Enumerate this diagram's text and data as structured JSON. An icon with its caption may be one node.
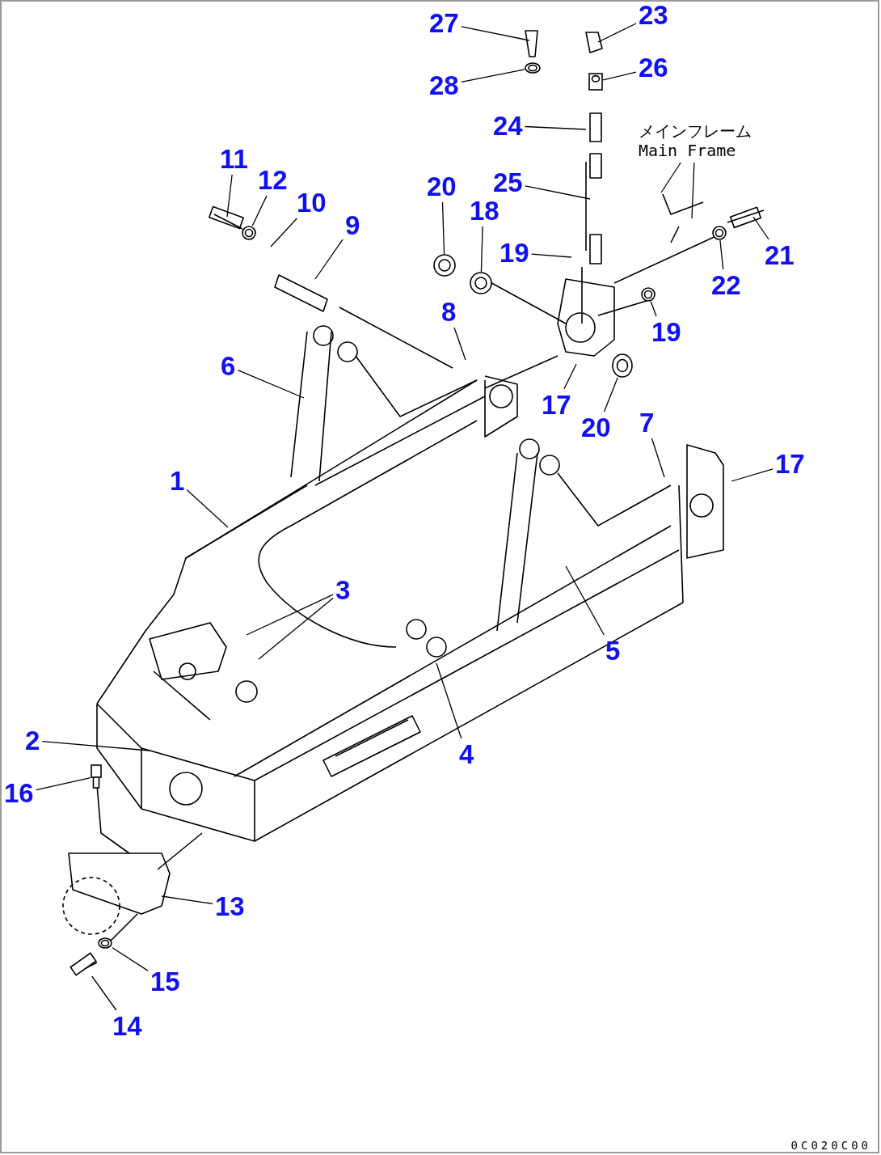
{
  "diagram": {
    "nodes": [
      {
        "text": [
          "27"
        ]
      },
      {
        "text": [
          "23"
        ]
      },
      {
        "text": [
          "28"
        ]
      },
      {
        "text": [
          "26"
        ]
      },
      {
        "text": [
          "24"
        ]
      },
      {
        "text": [
          "メインフレーム",
          "Main Frame"
        ]
      },
      {
        "text": [
          "11"
        ]
      },
      {
        "text": [
          "25"
        ]
      },
      {
        "text": [
          "20"
        ]
      },
      {
        "text": [
          "12"
        ]
      },
      {
        "text": [
          "10"
        ]
      },
      {
        "text": [
          "18"
        ]
      },
      {
        "text": [
          "9"
        ]
      },
      {
        "text": [
          "19"
        ]
      },
      {
        "text": [
          "21"
        ]
      },
      {
        "text": [
          "22"
        ]
      },
      {
        "text": [
          "8"
        ]
      },
      {
        "text": [
          "19"
        ]
      },
      {
        "text": [
          "6"
        ]
      },
      {
        "text": [
          "17"
        ]
      },
      {
        "text": [
          "20"
        ]
      },
      {
        "text": [
          "7"
        ]
      },
      {
        "text": [
          "17"
        ]
      },
      {
        "text": [
          "1"
        ]
      },
      {
        "text": [
          "3"
        ]
      },
      {
        "text": [
          "5"
        ]
      },
      {
        "text": [
          "2"
        ]
      },
      {
        "text": [
          "4"
        ]
      },
      {
        "text": [
          "16"
        ]
      },
      {
        "text": [
          "13"
        ]
      },
      {
        "text": [
          "15"
        ]
      },
      {
        "text": [
          "14"
        ]
      },
      {
        "text": [],
        "shape": "circle"
      },
      {
        "text": [],
        "shape": "box"
      },
      {
        "text": [],
        "shape": "circle"
      },
      {
        "text": [],
        "shape": "circle"
      },
      {
        "text": [],
        "shape": "circle"
      },
      {
        "text": [],
        "shape": "circle"
      },
      {
        "text": [],
        "shape": "circle"
      },
      {
        "text": [],
        "shape": "circle"
      },
      {
        "text": [],
        "shape": "box"
      },
      {
        "text": [],
        "shape": "circle"
      },
      {
        "text": [],
        "shape": "box"
      }
    ],
    "edges": [
      {
        "from": 0,
        "to": null,
        "arrow": "none"
      },
      {
        "from": 1,
        "to": null,
        "arrow": "none"
      },
      {
        "from": 2,
        "to": 32,
        "arrow": "none"
      },
      {
        "from": 3,
        "to": 33,
        "arrow": "none"
      },
      {
        "from": 4,
        "to": null,
        "arrow": "none"
      },
      {
        "from": 5,
        "to": null,
        "arrow": "none"
      },
      {
        "from": 5,
        "to": null,
        "arrow": "none"
      },
      {
        "from": 6,
        "to": null,
        "arrow": "none"
      },
      {
        "from": 7,
        "to": null,
        "arrow": "none"
      },
      {
        "from": 8,
        "to": 36,
        "arrow": "none"
      },
      {
        "from": 9,
        "to": 34,
        "arrow": "none"
      },
      {
        "from": 10,
        "to": null,
        "arrow": "none"
      },
      {
        "from": 11,
        "to": 37,
        "arrow": "none"
      },
      {
        "from": 12,
        "to": null,
        "arrow": "none"
      },
      {
        "from": 13,
        "to": null,
        "arrow": "none"
      },
      {
        "from": 14,
        "to": null,
        "arrow": "none"
      },
      {
        "from": 15,
        "to": 35,
        "arrow": "none"
      },
      {
        "from": 16,
        "to": null,
        "arrow": "none"
      },
      {
        "from": 17,
        "to": 38,
        "arrow": "none"
      },
      {
        "from": 18,
        "to": null,
        "arrow": "none"
      },
      {
        "from": 19,
        "to": null,
        "arrow": "none"
      },
      {
        "from": 20,
        "to": 39,
        "arrow": "none"
      },
      {
        "from": 21,
        "to": null,
        "arrow": "none"
      },
      {
        "from": 22,
        "to": null,
        "arrow": "none"
      },
      {
        "from": 23,
        "to": null,
        "arrow": "none"
      },
      {
        "from": 24,
        "to": null,
        "arrow": "none"
      },
      {
        "from": 24,
        "to": null,
        "arrow": "none"
      },
      {
        "from": 25,
        "to": null,
        "arrow": "none"
      },
      {
        "from": 26,
        "to": null,
        "arrow": "none"
      },
      {
        "from": 27,
        "to": null,
        "arrow": "none"
      },
      {
        "from": 28,
        "to": 40,
        "arrow": "none"
      },
      {
        "from": 29,
        "to": null,
        "arrow": "none"
      },
      {
        "from": 30,
        "to": 41,
        "arrow": "none"
      },
      {
        "from": 31,
        "to": 42,
        "arrow": "none"
      }
    ],
    "labels": [
      "0C020C00"
    ]
  }
}
